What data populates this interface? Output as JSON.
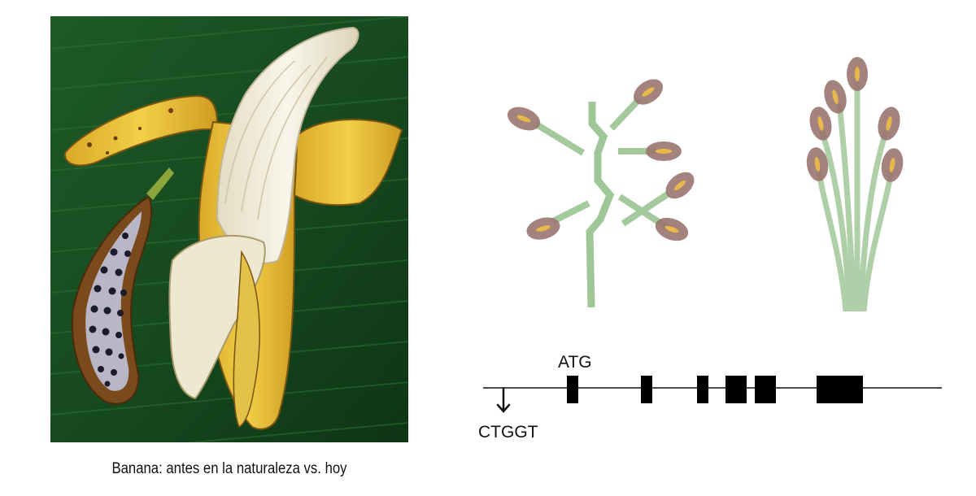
{
  "caption": "Banana: antes en la naturaleza vs. hoy",
  "gene": {
    "start_codon_label": "ATG",
    "mutation_label": "CTGGT"
  },
  "colors": {
    "leaf": "#1f5a25",
    "leaf_dark": "#0f3a14",
    "peel": "#e8c13a",
    "flesh": "#f2efe2",
    "wild_peel": "#8a5a22",
    "seed": "#1b1b2e",
    "stem": "#94c08c",
    "grain": "#9a7470",
    "grain_core": "#e8b94a",
    "exon": "#000000"
  }
}
